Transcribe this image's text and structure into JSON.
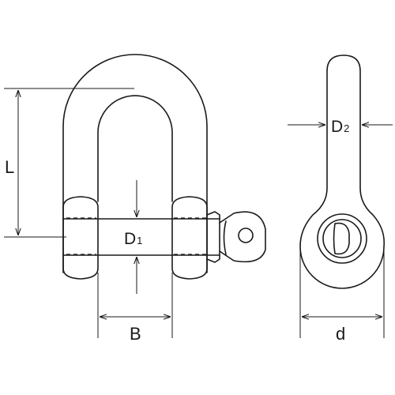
{
  "labels": {
    "L": "L",
    "B": "B",
    "D1_main": "D",
    "D1_sub": "1",
    "D2_main": "D",
    "D2_sub": "2",
    "d": "d"
  },
  "colors": {
    "line": "#1a1a1a",
    "background": "#ffffff"
  }
}
